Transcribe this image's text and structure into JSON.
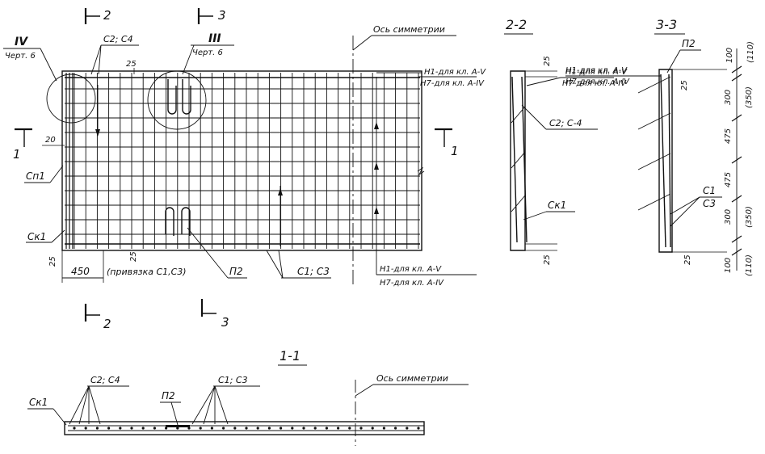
{
  "colors": {
    "ink": "#111111",
    "paper": "#ffffff"
  },
  "sections": {
    "s2": "2",
    "s3": "3",
    "s1": "1",
    "title_22": "2-2",
    "title_33": "3-3",
    "title_11": "1-1"
  },
  "labels": {
    "axis": "Ось симметрии",
    "axis2": "Ось симметрии",
    "c2c4": "С2; С4",
    "c2c4_b": "С2; С4",
    "IV": "IV",
    "III": "III",
    "chert6": "Черт. 6",
    "chert6b": "Черт. 6",
    "n1_top": "Н1-для кл. А-V",
    "n7_top": "Н7-для кл. А-IV",
    "n1_bot": "Н1-для кл. А-V",
    "n7_bot": "Н7-для кл. А-IV",
    "n1_22": "Н1-для кл. А-V",
    "n7_22": "Н7-для кл. А-IV",
    "n1_33": "Н1-для кл. А-V",
    "n7_33": "Н7-для кл. А-IV",
    "sp1": "Сп1",
    "sk1": "Ск1",
    "sk1_22": "Ск1",
    "sk1_11": "Ск1",
    "p2": "П2",
    "p2_33": "П2",
    "p2_11": "П2",
    "c1c3": "С1; С3",
    "c1c3_11": "С1; С3",
    "c2_c4_22": "С2; С-4",
    "c1": "С1",
    "c3": "С3",
    "privyazka": "(привязка С1,С3)"
  },
  "dimensions": {
    "d25_top": "25",
    "d20": "20",
    "d25_left": "25",
    "d25_bot": "25",
    "d450": "450",
    "d25_22top": "25",
    "d25_22bot": "25",
    "d25_33top": "25",
    "d25_33bot": "25",
    "r100a": "100",
    "r110a": "(110)",
    "r300a": "300",
    "r350a": "(350)",
    "r475a": "475",
    "r475b": "475",
    "r300b": "300",
    "r350b": "(350)",
    "r100b": "100",
    "r110b": "(110)"
  }
}
